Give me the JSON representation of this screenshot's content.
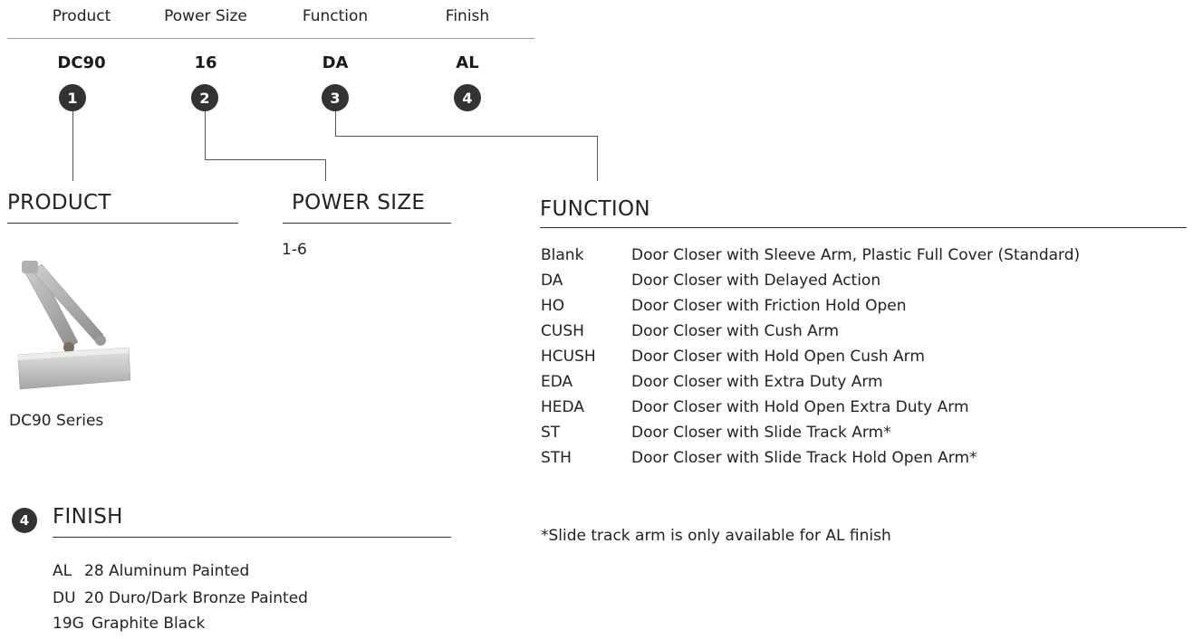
{
  "headers": {
    "product": "Product",
    "power_size": "Power Size",
    "function": "Function",
    "finish": "Finish"
  },
  "codes": {
    "product": "DC90",
    "power_size": "16",
    "function": "DA",
    "finish": "AL"
  },
  "markers": [
    "1",
    "2",
    "3",
    "4"
  ],
  "product": {
    "title": "PRODUCT",
    "caption": "DC90 Series"
  },
  "power_size": {
    "title": "POWER SIZE",
    "range": "1-6"
  },
  "function": {
    "title": "FUNCTION",
    "items": [
      {
        "code": "Blank",
        "desc": "Door Closer with Sleeve Arm, Plastic Full Cover (Standard)"
      },
      {
        "code": "DA",
        "desc": "Door Closer with Delayed Action"
      },
      {
        "code": "HO",
        "desc": "Door Closer with Friction Hold Open"
      },
      {
        "code": "CUSH",
        "desc": "Door Closer with Cush Arm"
      },
      {
        "code": "HCUSH",
        "desc": "Door Closer with Hold Open Cush Arm"
      },
      {
        "code": "EDA",
        "desc": "Door Closer with Extra Duty Arm"
      },
      {
        "code": "HEDA",
        "desc": "Door Closer with Hold Open Extra Duty Arm"
      },
      {
        "code": "ST",
        "desc": "Door Closer with Slide Track Arm*"
      },
      {
        "code": "STH",
        "desc": "Door Closer with Slide Track Hold Open Arm*"
      }
    ],
    "note": "*Slide track arm is only available for AL finish"
  },
  "finish": {
    "marker": "4",
    "title": "FINISH",
    "items": [
      {
        "code": "AL",
        "desc": "28 Aluminum Painted"
      },
      {
        "code": "DU",
        "desc": "20 Duro/Dark Bronze Painted"
      },
      {
        "code": "19G",
        "desc": "Graphite Black"
      }
    ]
  }
}
